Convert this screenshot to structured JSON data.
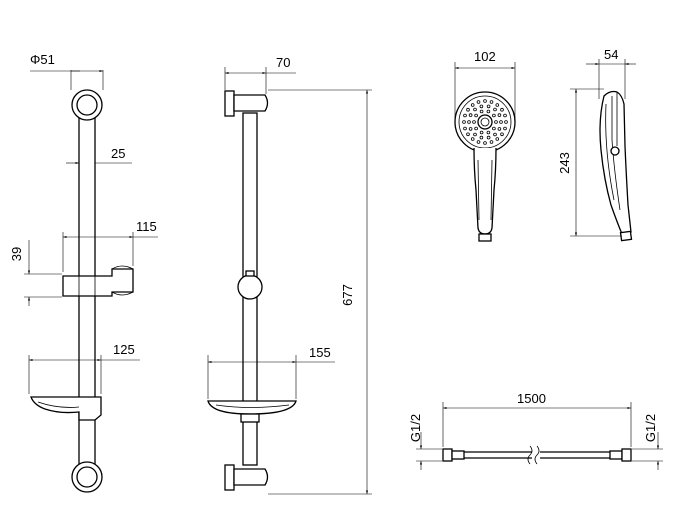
{
  "dimensions": {
    "rail_diameter": "Φ51",
    "bracket_pitch": "25",
    "slider_width": "115",
    "slider_height": "39",
    "soap_dish_front": "125",
    "bracket_depth": "70",
    "soap_dish_side": "155",
    "rail_length": "677",
    "head_diameter": "102",
    "head_depth": "54",
    "handset_length": "243",
    "hose_length": "1500",
    "thread_left": "G1/2",
    "thread_right": "G1/2"
  }
}
